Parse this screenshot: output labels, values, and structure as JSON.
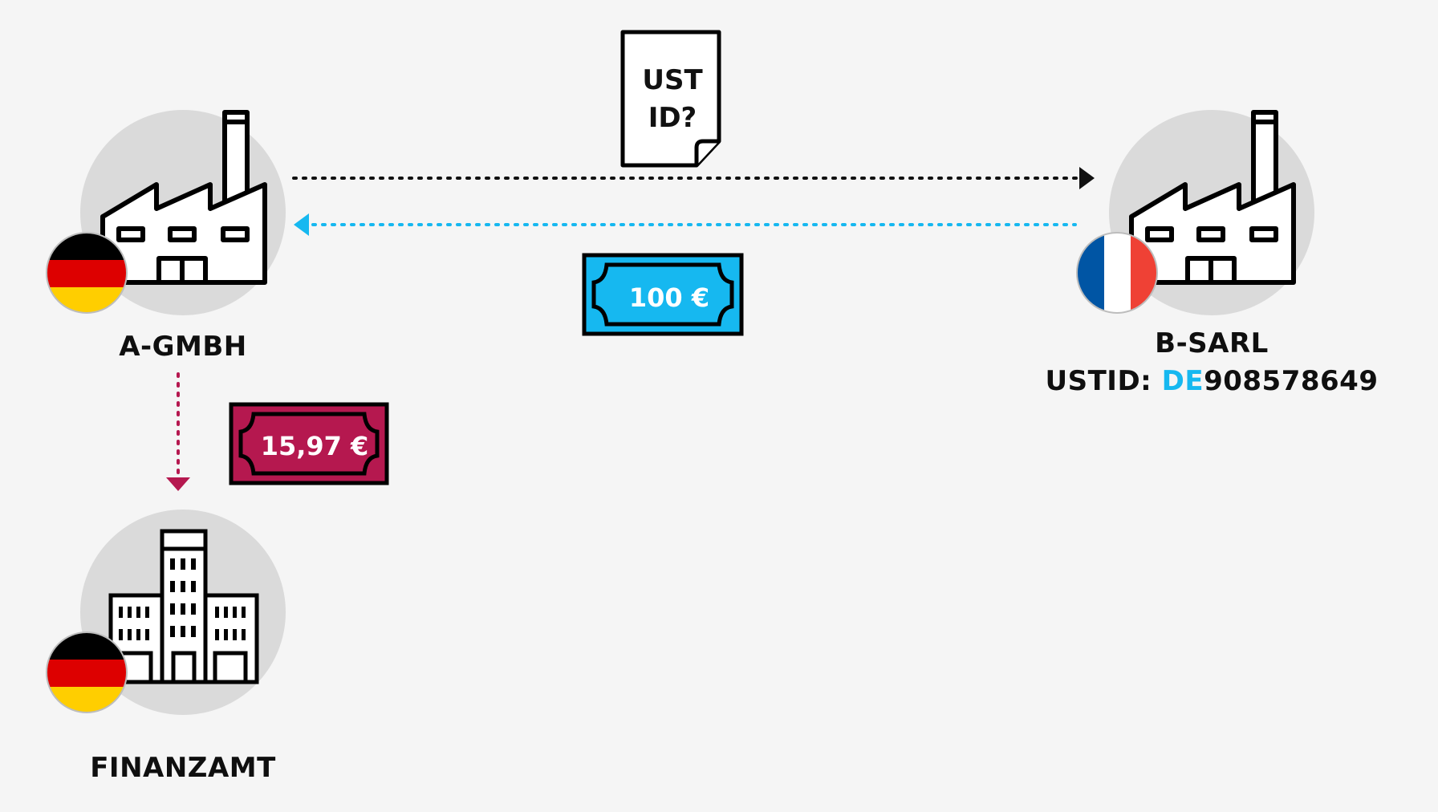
{
  "entities": {
    "a_company": {
      "name": "A-GMBH",
      "flag": "germany-flag-icon"
    },
    "b_company": {
      "name": "B-SARL",
      "vat_prefix": "USTID: ",
      "vat_country": "DE",
      "vat_number": "908578649",
      "flag": "france-flag-icon"
    },
    "tax_office": {
      "name": "FINANZAMT",
      "flag": "germany-flag-icon"
    }
  },
  "document": {
    "line1": "UST",
    "line2": "ID?"
  },
  "payments": {
    "main": {
      "label": "100 €",
      "color": "#16b8f0"
    },
    "tax": {
      "label": "15,97 €",
      "color": "#b5184f"
    }
  },
  "colors": {
    "request_arrow": "#111111",
    "payment_arrow": "#16b8f0",
    "tax_arrow": "#b5184f",
    "vat_country_highlight": "#16b8f0",
    "icon_circle": "#dadada"
  }
}
